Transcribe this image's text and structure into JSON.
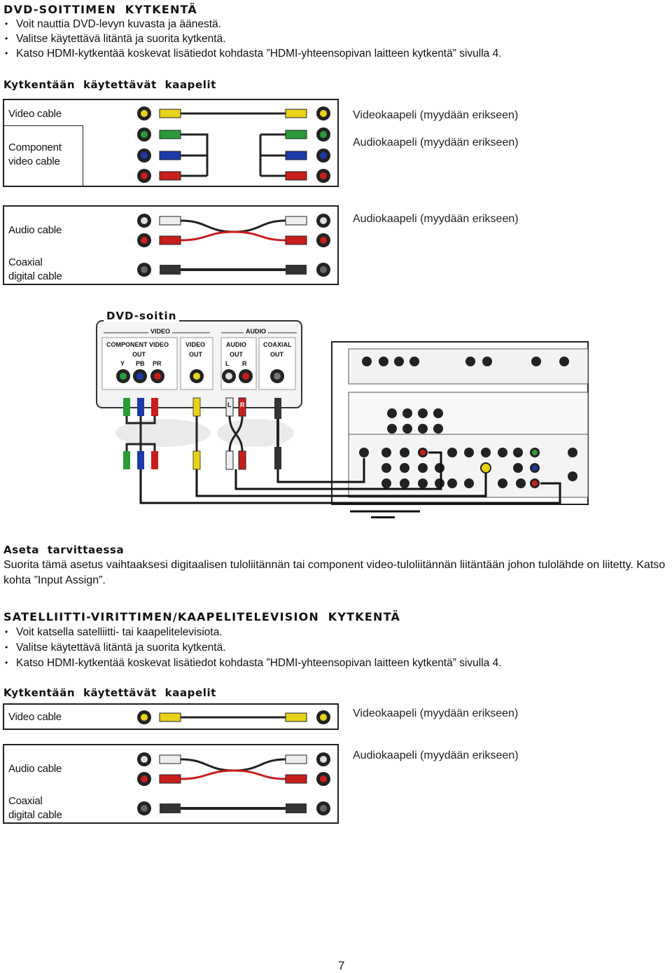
{
  "dvd_section": {
    "title": "DVD-SOITTIMEN  KYTKENTÄ",
    "bullets": [
      "Voit nauttia DVD-levyn kuvasta ja äänestä.",
      "Valitse käytettävä litäntä ja suorita kytkentä.",
      "Katso HDMI-kytkentää koskevat lisätiedot kohdasta ”HDMI-yhteensopivan laitteen kytkentä” sivulla 4."
    ],
    "cables_heading": "Kytkentään  käytettävät  kaapelit",
    "cables_box1": {
      "video_cable": "Video cable",
      "component_line1": "Component",
      "component_line2": "video cable",
      "caption_video": "Videokaapeli (myydään erikseen)",
      "caption_audio": "Audiokaapeli (myydään erikseen)"
    },
    "cables_box2": {
      "audio_cable": "Audio cable",
      "coaxial_line1": "Coaxial",
      "coaxial_line2": "digital cable",
      "caption_audio": "Audiokaapeli (myydään erikseen)"
    }
  },
  "diagram": {
    "device_label": "DVD-soitin",
    "video_group": "VIDEO",
    "audio_group": "AUDIO",
    "component_video": "COMPONENT VIDEO",
    "out": "OUT",
    "y": "Y",
    "pb": "PB",
    "pr": "PR",
    "video": "VIDEO",
    "audio": "AUDIO",
    "coaxial": "COAXIAL",
    "l": "L",
    "r": "R",
    "plug_l": "L",
    "plug_r": "R"
  },
  "setting": {
    "title": "Aseta  tarvittaessa",
    "text": "Suorita tämä asetus vaihtaaksesi digitaalisen tuloliitännän tai component video-tuloliitännän liitäntään johon tulolähde on liitetty. Katso kohta ”Input Assign”."
  },
  "sat_section": {
    "title": "SATELLIITTI-VIRITTIMEN/KAAPELITELEVISION  KYTKENTÄ",
    "bullets": [
      "Voit katsella satelliitti- tai kaapelitelevisiota.",
      "Valitse käytettävä litäntä ja suorita kytkentä.",
      "Katso HDMI-kytkentää koskevat lisätiedot kohdasta ”HDMI-yhteensopivan laitteen kytkentä” sivulla 4."
    ],
    "cables_heading": "Kytkentään  käytettävät  kaapelit",
    "video_cable": "Video cable",
    "audio_cable": "Audio cable",
    "coaxial_line1": "Coaxial",
    "coaxial_line2": "digital cable",
    "caption_video": "Videokaapeli (myydään erikseen)",
    "caption_audio": "Audiokaapeli (myydään erikseen)"
  },
  "page_number": "7"
}
